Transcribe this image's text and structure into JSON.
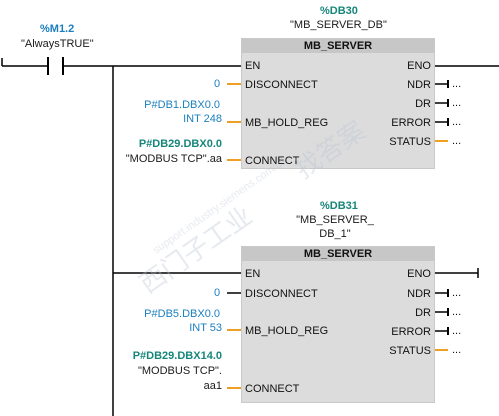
{
  "contact": {
    "address": "%M1.2",
    "tag": "\"AlwaysTRUE\""
  },
  "blocks": [
    {
      "db_address": "%DB30",
      "db_name": "\"MB_SERVER_DB\"",
      "type": "MB_SERVER",
      "inputs": {
        "en": "EN",
        "disconnect": "DISCONNECT",
        "mb_hold_reg": "MB_HOLD_REG",
        "connect": "CONNECT"
      },
      "outputs": {
        "eno": "ENO",
        "ndr": "NDR",
        "dr": "DR",
        "error": "ERROR",
        "status": "STATUS"
      },
      "disconnect_value": "0",
      "hold_reg_line1": "P#DB1.DBX0.0",
      "hold_reg_line2": "INT 248",
      "connect_addr": "P#DB29.DBX0.0",
      "connect_tag_line1": "\"MODBUS TCP\".aa",
      "connect_tag_line2": "",
      "dots": "..."
    },
    {
      "db_address": "%DB31",
      "db_name_line1": "\"MB_SERVER_",
      "db_name_line2": "DB_1\"",
      "type": "MB_SERVER",
      "inputs": {
        "en": "EN",
        "disconnect": "DISCONNECT",
        "mb_hold_reg": "MB_HOLD_REG",
        "connect": "CONNECT"
      },
      "outputs": {
        "eno": "ENO",
        "ndr": "NDR",
        "dr": "DR",
        "error": "ERROR",
        "status": "STATUS"
      },
      "disconnect_value": "0",
      "hold_reg_line1": "P#DB5.DBX0.0",
      "hold_reg_line2": "INT 53",
      "connect_addr": "P#DB29.DBX14.0",
      "connect_tag_line1": "\"MODBUS TCP\".",
      "connect_tag_line2": "aa1",
      "dots": "..."
    }
  ],
  "watermark": {
    "text_cn": "西门子工业",
    "text_cn2": "找答案",
    "url": "support.industry.siemens.com/cs"
  },
  "colors": {
    "wire": "#000000",
    "pin_stub": "#f0a020",
    "block_bg": "#dcdcdc",
    "block_header": "#c7c7c7",
    "address_blue": "#1b7fbf",
    "address_teal": "#17867a"
  }
}
